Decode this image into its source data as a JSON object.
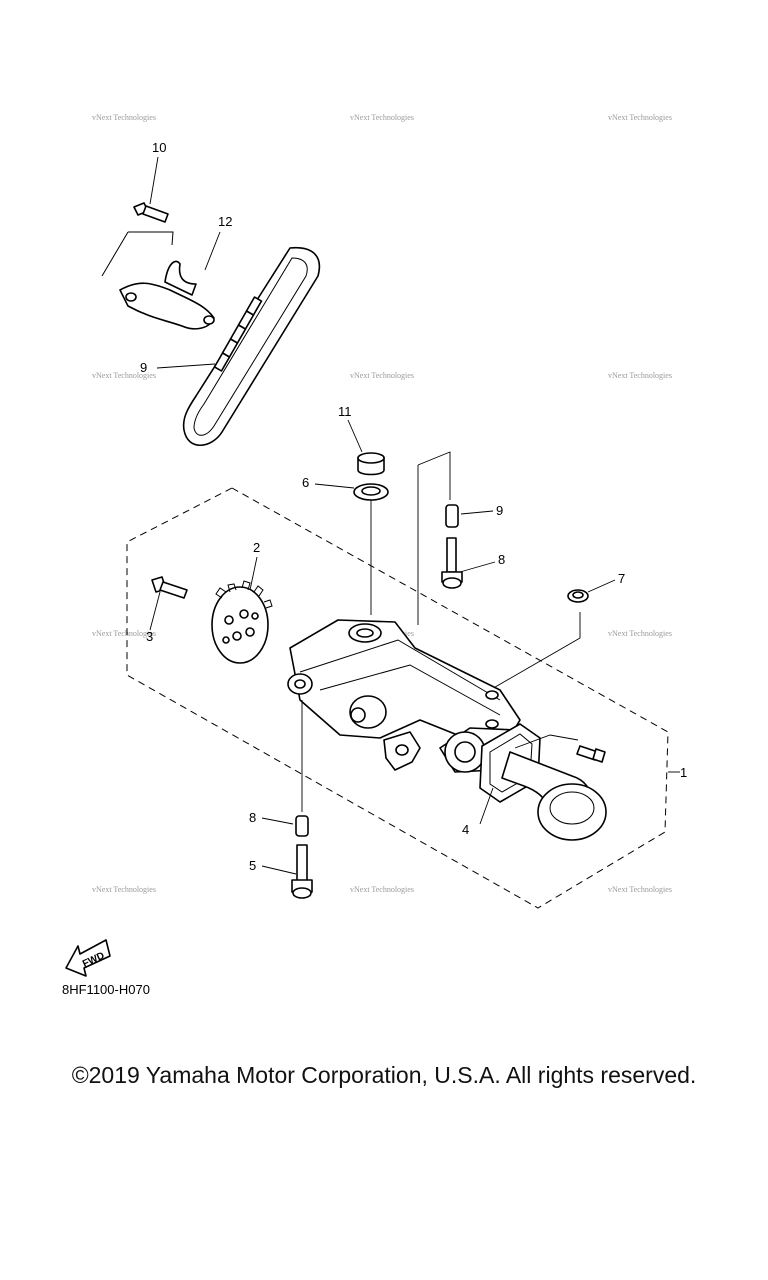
{
  "diagram": {
    "callouts": [
      {
        "id": "callout-1",
        "text": "1"
      },
      {
        "id": "callout-2",
        "text": "2"
      },
      {
        "id": "callout-3",
        "text": "3"
      },
      {
        "id": "callout-4",
        "text": "4"
      },
      {
        "id": "callout-5",
        "text": "5"
      },
      {
        "id": "callout-6",
        "text": "6"
      },
      {
        "id": "callout-7",
        "text": "7"
      },
      {
        "id": "callout-8a",
        "text": "8"
      },
      {
        "id": "callout-8b",
        "text": "8"
      },
      {
        "id": "callout-9a",
        "text": "9"
      },
      {
        "id": "callout-9b",
        "text": "9"
      },
      {
        "id": "callout-10",
        "text": "10"
      },
      {
        "id": "callout-11",
        "text": "11"
      },
      {
        "id": "callout-12",
        "text": "12"
      }
    ],
    "fwd_label": "FWD",
    "diagram_code": "8HF1100-H070",
    "watermark": "vNext Technologies",
    "copyright": "©2019 Yamaha Motor Corporation, U.S.A. All rights reserved."
  }
}
